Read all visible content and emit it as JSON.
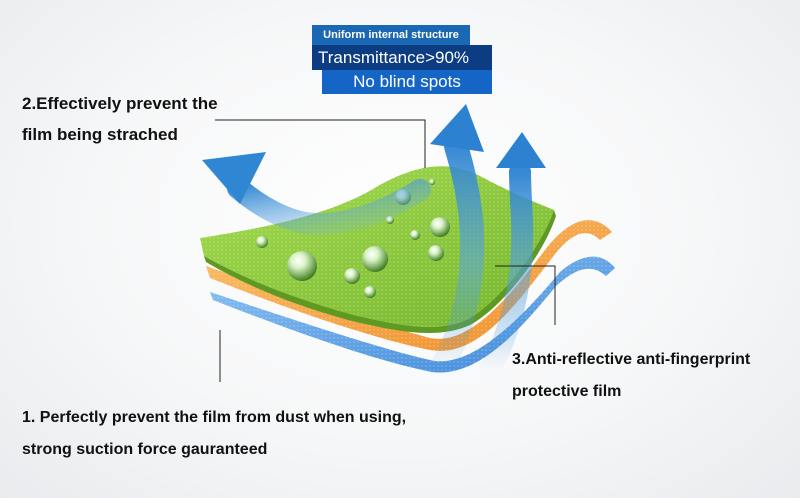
{
  "badge": {
    "structure": "Uniform internal structure",
    "transmittance": "Transmittance>90%",
    "blind_spots": "No blind spots"
  },
  "labels": {
    "point2_line1": "2.Effectively prevent the",
    "point2_line2": "film being strached",
    "point3_line1": "3.Anti-reflective anti-fingerprint",
    "point3_line2": "protective film",
    "point1_line1": "1. Perfectly prevent the film from dust when using,",
    "point1_line2": "strong suction force gauranteed"
  },
  "colors": {
    "green_layer": "#8cc83c",
    "orange_layer": "#f6a23e",
    "blue_layer": "#5a9ee6",
    "arrow": "#3a8fd6"
  }
}
